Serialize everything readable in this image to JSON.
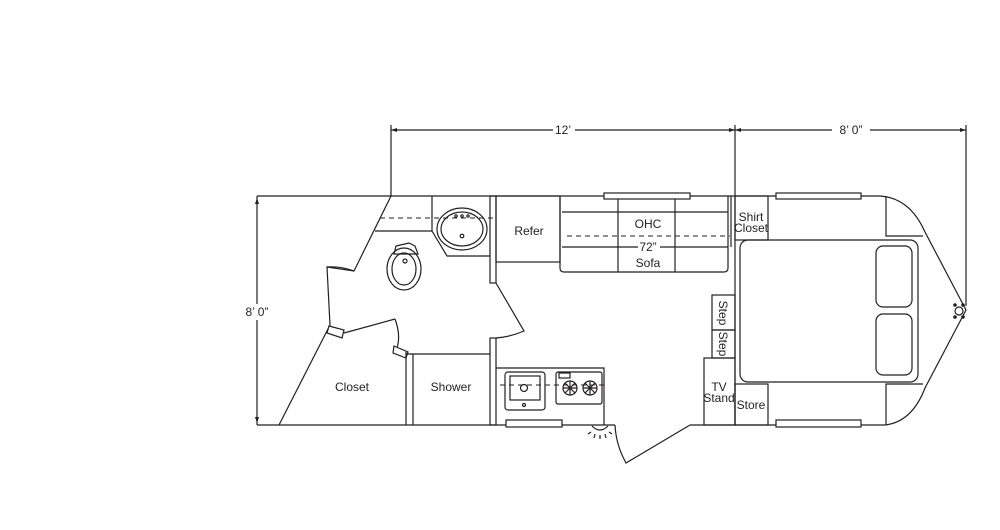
{
  "dimensions": {
    "length_bath_living": "12’",
    "length_bedroom": "8’ 0”",
    "width": "8’ 0”"
  },
  "rooms": {
    "refer": "Refer",
    "ohc": "OHC",
    "sofa_size": "72”",
    "sofa": "Sofa",
    "shirt_closet_1": "Shirt",
    "shirt_closet_2": "Closet",
    "step_1": "Step",
    "step_2": "Step",
    "tv_stand_1": "TV",
    "tv_stand_2": "Stand",
    "store": "Store",
    "closet": "Closet",
    "shower": "Shower"
  }
}
